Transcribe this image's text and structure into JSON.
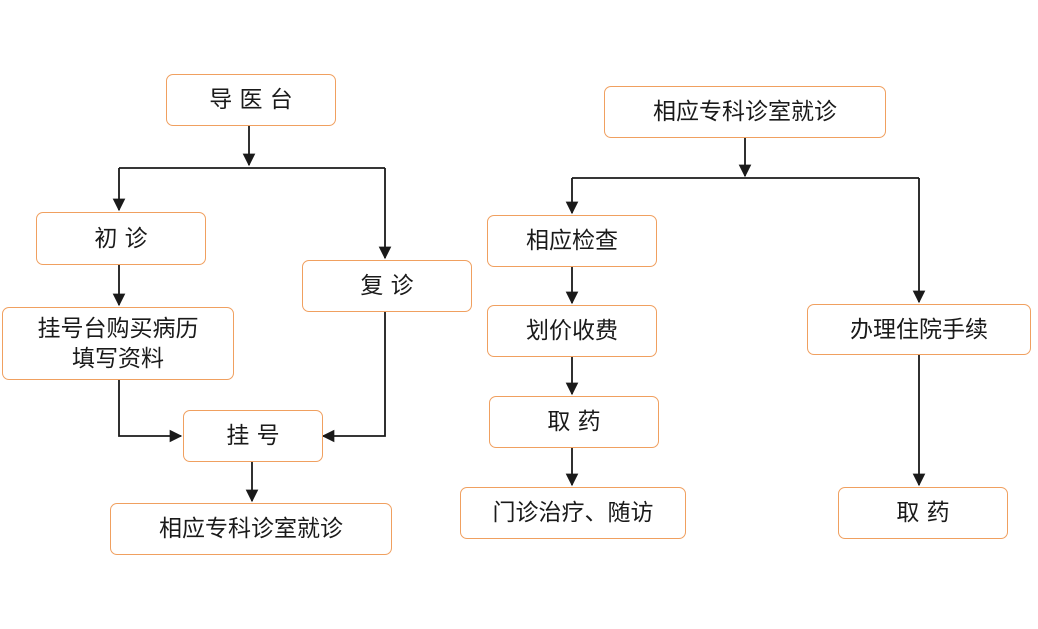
{
  "colors": {
    "node_border": "#f0a060",
    "connector": "#1a1a1a",
    "text": "#1a1a1a"
  },
  "left_flow": {
    "guide_desk": "导 医 台",
    "first_visit": "初  诊",
    "return_visit": "复  诊",
    "buy_record": "挂号台购买病历\n填写资料",
    "register": "挂  号",
    "dept_consult": "相应专科诊室就诊"
  },
  "right_flow": {
    "dept_consult": "相应专科诊室就诊",
    "exam": "相应检查",
    "pricing": "划价收费",
    "get_medicine": "取  药",
    "treatment": "门诊治疗、随访",
    "admission": "办理住院手续",
    "get_medicine_inpatient": "取  药"
  }
}
